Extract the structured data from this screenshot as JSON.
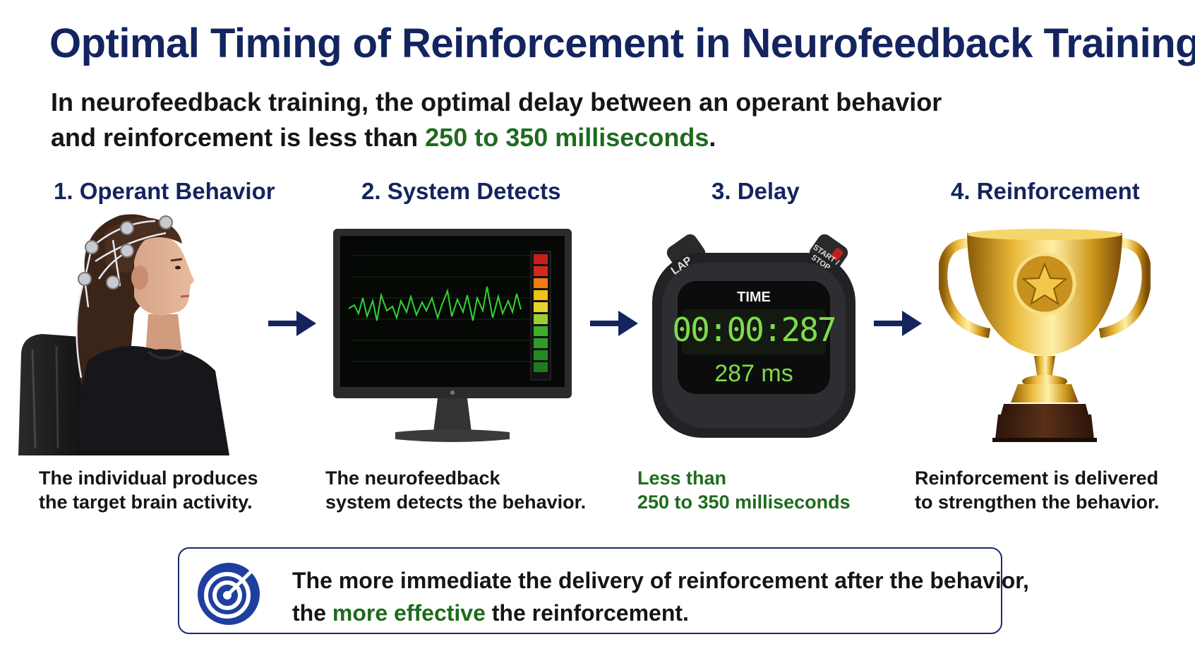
{
  "header": {
    "title": "Optimal Timing of Reinforcement in Neurofeedback Training",
    "subtitle_line1": "In neurofeedback training, the optimal delay between an operant behavior",
    "subtitle_line2_pre": "and reinforcement is less than ",
    "subtitle_line2_hl": "250 to 350 milliseconds",
    "subtitle_line2_post": "."
  },
  "steps": [
    {
      "title": "1. Operant Behavior",
      "desc_line1": "The individual produces",
      "desc_line2": "the target brain activity."
    },
    {
      "title": "2. System Detects",
      "desc_line1": "The neurofeedback",
      "desc_line2": "system detects the behavior."
    },
    {
      "title": "3. Delay",
      "desc_line1": "Less than",
      "desc_line2": "250 to 350 milliseconds"
    },
    {
      "title": "4. Reinforcement",
      "desc_line1": "Reinforcement is delivered",
      "desc_line2": "to strengthen the behavior."
    }
  ],
  "stopwatch": {
    "lap_label": "LAP",
    "start_stop_label": "START / STOP",
    "time_label": "TIME",
    "time_readout": "00:00:287",
    "ms_readout": "287 ms"
  },
  "callout": {
    "line1": "The more immediate the delivery of reinforcement after the behavior,",
    "line2_pre": "the ",
    "line2_hl": "more effective",
    "line2_post": " the reinforcement."
  },
  "icons": {
    "arrow": "right-arrow-icon",
    "target": "target-dart-icon",
    "trophy": "trophy-star-icon"
  },
  "colors": {
    "title_navy": "#14245f",
    "highlight_green": "#1e6b1e",
    "digital_green": "#7ddc4a",
    "trophy_gold": "#d4a017"
  }
}
